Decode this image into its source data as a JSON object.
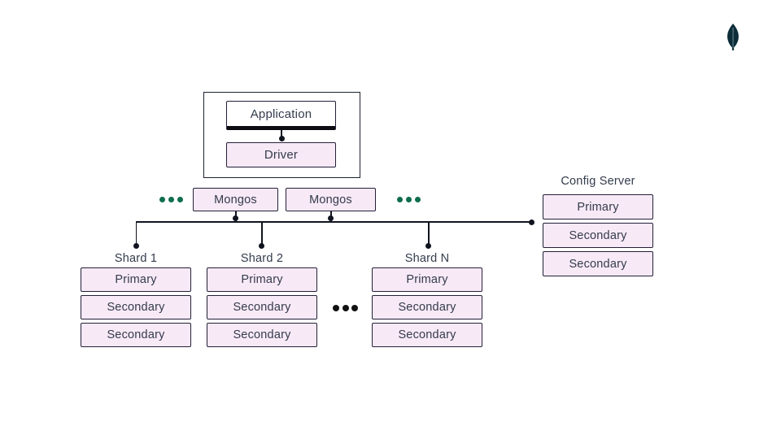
{
  "colors": {
    "background": "#ffffff",
    "node_fill_pink": "#f8e9f6",
    "node_border": "#232038",
    "line": "#10141f",
    "text": "#333b4c",
    "accent_green": "#0e6e4c",
    "logo_leaf": "#0c2d39"
  },
  "logo": {
    "icon": "mongodb-leaf-logo"
  },
  "app_group": {
    "application_label": "Application",
    "driver_label": "Driver"
  },
  "mongos_row": {
    "mongos_1": "Mongos",
    "mongos_2": "Mongos",
    "left_ellipsis_icon": "more-mongos-ellipsis",
    "right_ellipsis_icon": "more-mongos-ellipsis",
    "ellipsis_dot_count": 3
  },
  "config_server": {
    "title": "Config Server",
    "nodes": [
      "Primary",
      "Secondary",
      "Secondary"
    ]
  },
  "shards": [
    {
      "title": "Shard 1",
      "nodes": [
        "Primary",
        "Secondary",
        "Secondary"
      ]
    },
    {
      "title": "Shard 2",
      "nodes": [
        "Primary",
        "Secondary",
        "Secondary"
      ]
    },
    {
      "title": "Shard N",
      "nodes": [
        "Primary",
        "Secondary",
        "Secondary"
      ]
    }
  ],
  "shards_ellipsis_icon": "more-shards-ellipsis"
}
